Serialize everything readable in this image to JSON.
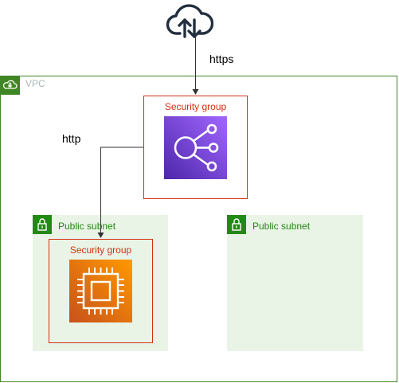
{
  "vpc": {
    "label": "VPC",
    "icon": "vpc-cloud-lock-icon",
    "color": "#3f8624"
  },
  "internet": {
    "icon": "internet-cloud-upload-download-icon",
    "color": "#232f3e"
  },
  "edges": {
    "https_label": "https",
    "http_label": "http"
  },
  "security_groups": {
    "top_label": "Security group",
    "bottom_label": "Security group",
    "color": "#d13212"
  },
  "subnets": {
    "left_label": "Public subnet",
    "right_label": "Public subnet",
    "icon": "padlock-icon",
    "color": "#248814",
    "fill": "#e9f3e6"
  },
  "services": {
    "top": {
      "icon": "elastic-load-balancing-icon",
      "color": "#8c4fff"
    },
    "bottom": {
      "icon": "ec2-instance-chip-icon",
      "color": "#ed7100"
    }
  }
}
